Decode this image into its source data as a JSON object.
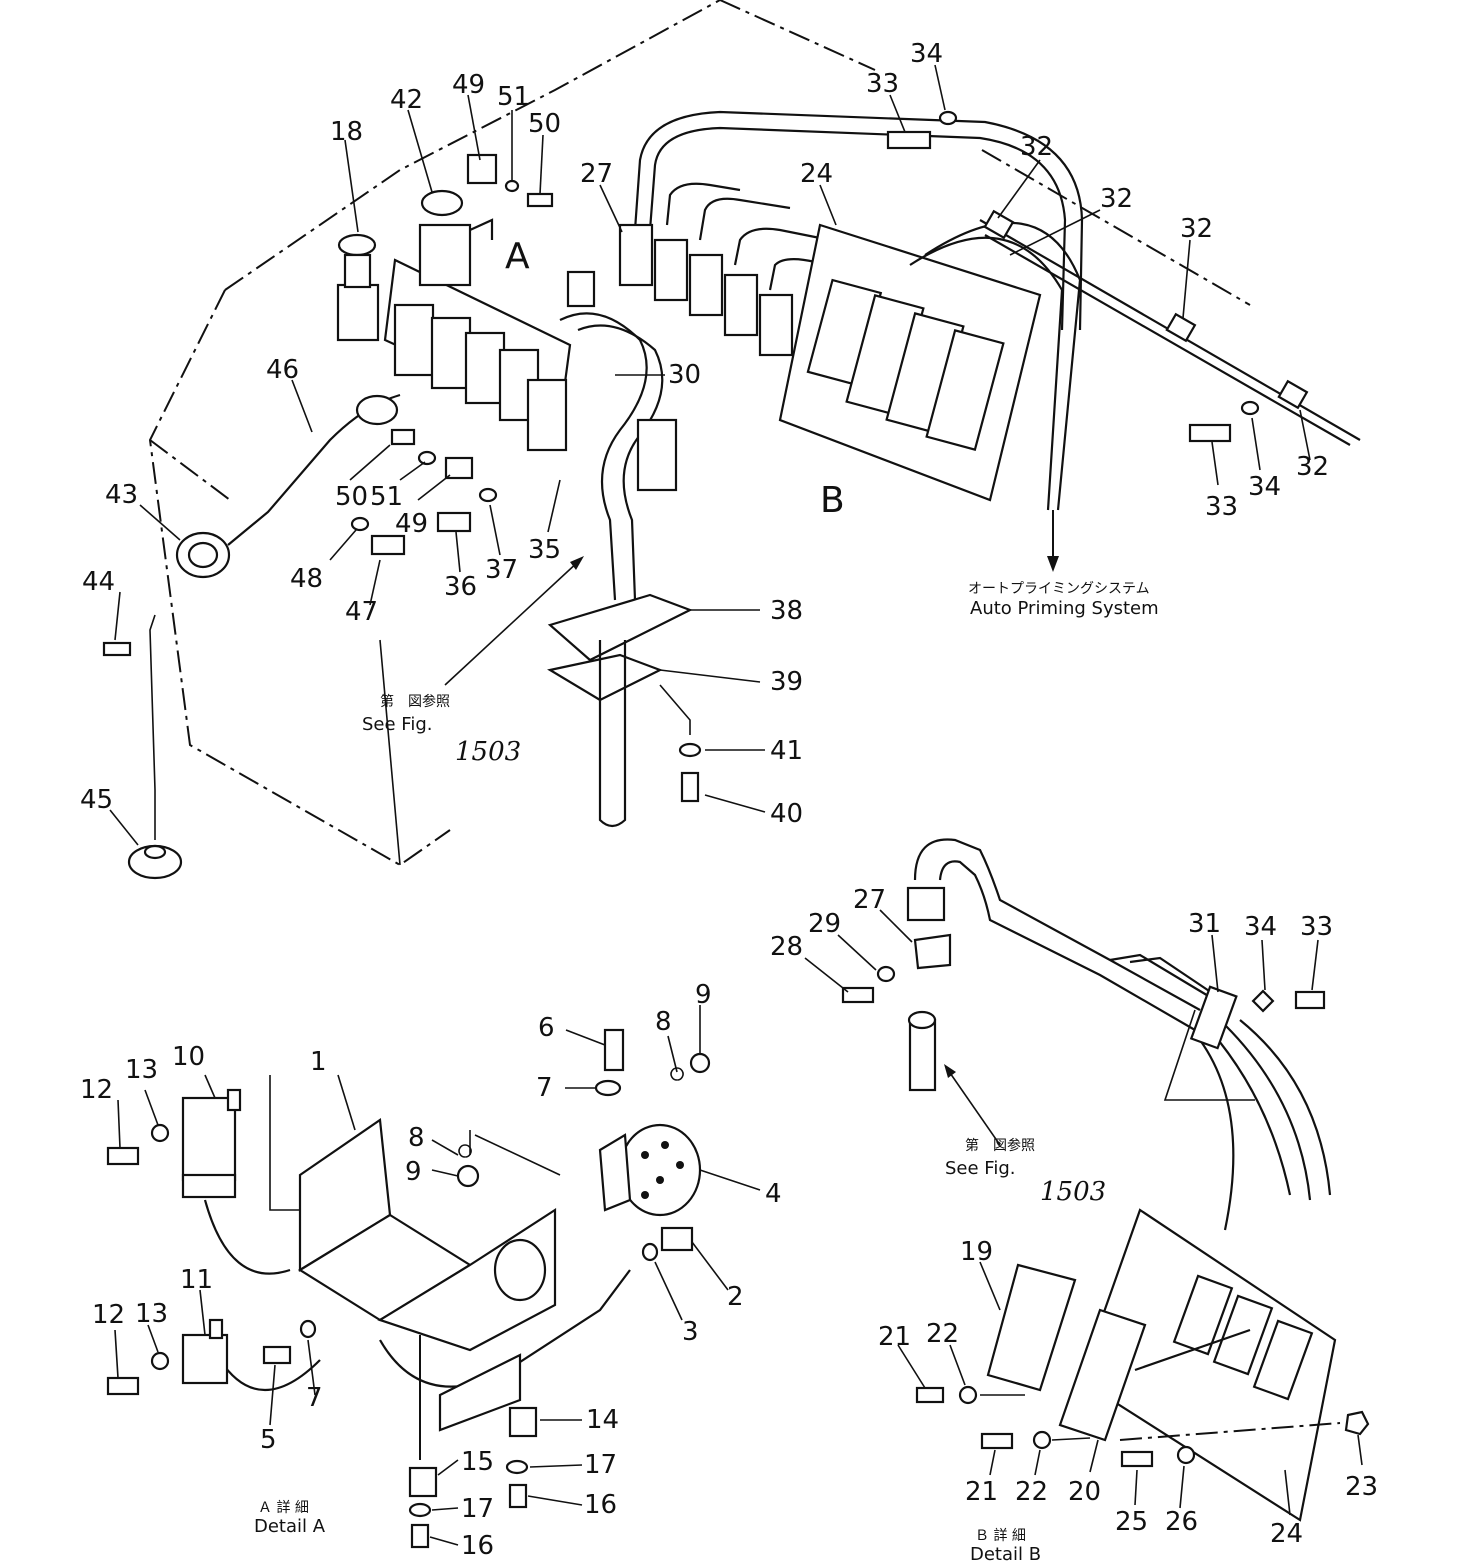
{
  "overview": {
    "callouts": [
      "18",
      "42",
      "49",
      "51",
      "50",
      "27",
      "24",
      "33",
      "34",
      "32",
      "32",
      "32",
      "32",
      "33",
      "34",
      "46",
      "43",
      "44",
      "45",
      "50",
      "51",
      "49",
      "48",
      "47",
      "36",
      "37",
      "35",
      "30",
      "38",
      "39",
      "41",
      "40"
    ],
    "view_markers": [
      "A",
      "B"
    ],
    "auto_priming_jp": "オートプライミングシステム",
    "auto_priming_en": "Auto Priming System",
    "see_fig_jp": "第　図参照",
    "see_fig_en": "See Fig.",
    "fig_number": "1503"
  },
  "detail_a": {
    "callouts": [
      "1",
      "10",
      "13",
      "12",
      "11",
      "13",
      "12",
      "6",
      "8",
      "9",
      "7",
      "8",
      "9",
      "4",
      "2",
      "3",
      "5",
      "7",
      "14",
      "15",
      "17",
      "17",
      "16",
      "16"
    ],
    "title_jp": "Ａ 詳 細",
    "title_en": "Detail A"
  },
  "detail_b": {
    "callouts": [
      "27",
      "28",
      "29",
      "31",
      "34",
      "33",
      "19",
      "21",
      "22",
      "21",
      "22",
      "20",
      "25",
      "26",
      "23",
      "24"
    ],
    "see_fig_jp": "第　図参照",
    "see_fig_en": "See Fig.",
    "fig_number": "1503",
    "title_jp": "Ｂ 詳 細",
    "title_en": "Detail B"
  }
}
